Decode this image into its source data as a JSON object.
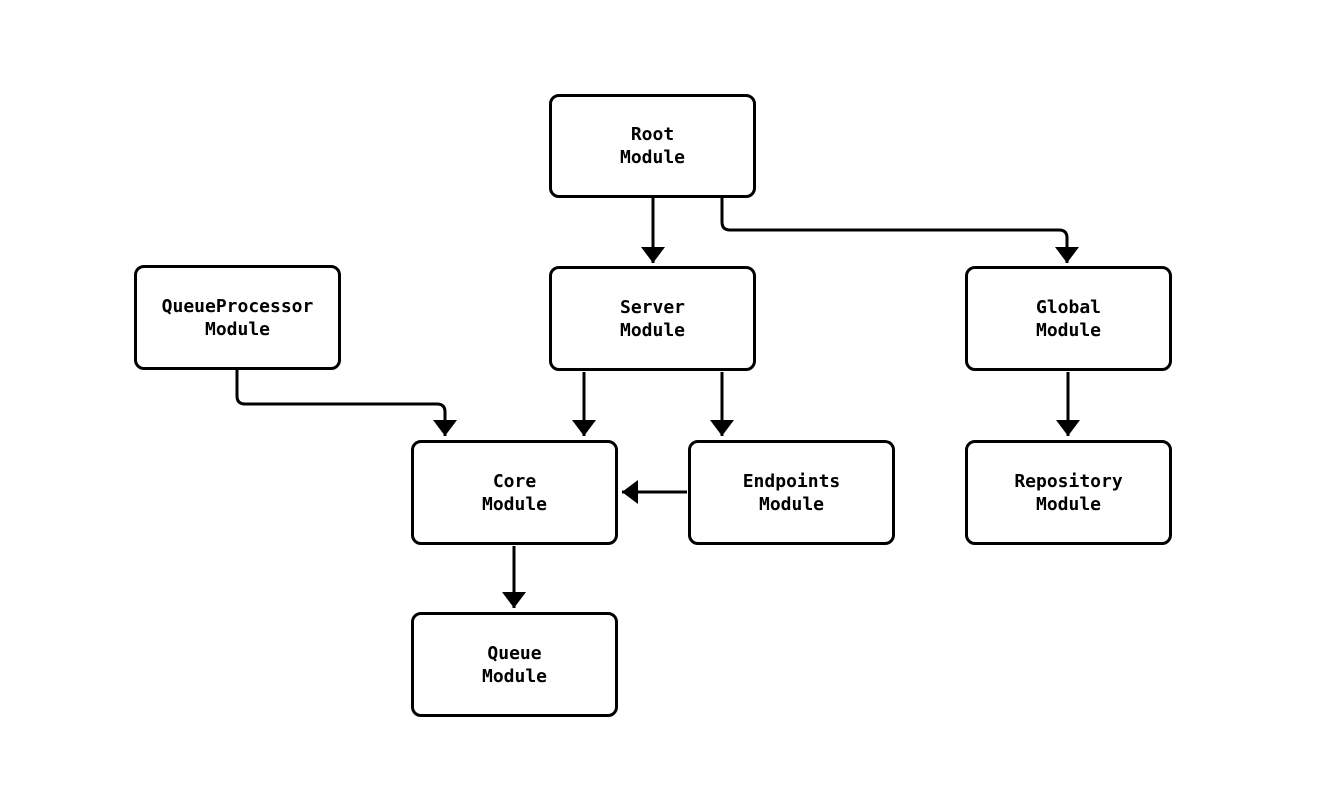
{
  "diagram": {
    "type": "flowchart",
    "description": "Module dependency graph",
    "nodes": [
      {
        "id": "root",
        "line1": "Root",
        "line2": "Module"
      },
      {
        "id": "queueprocessor",
        "line1": "QueueProcessor",
        "line2": "Module"
      },
      {
        "id": "server",
        "line1": "Server",
        "line2": "Module"
      },
      {
        "id": "global",
        "line1": "Global",
        "line2": "Module"
      },
      {
        "id": "core",
        "line1": "Core",
        "line2": "Module"
      },
      {
        "id": "endpoints",
        "line1": "Endpoints",
        "line2": "Module"
      },
      {
        "id": "repository",
        "line1": "Repository",
        "line2": "Module"
      },
      {
        "id": "queue",
        "line1": "Queue",
        "line2": "Module"
      }
    ],
    "edges": [
      {
        "from": "Root Module",
        "to": "Server Module"
      },
      {
        "from": "Root Module",
        "to": "Global Module"
      },
      {
        "from": "Server Module",
        "to": "Core Module"
      },
      {
        "from": "Server Module",
        "to": "Endpoints Module"
      },
      {
        "from": "QueueProcessor Module",
        "to": "Core Module"
      },
      {
        "from": "Endpoints Module",
        "to": "Core Module"
      },
      {
        "from": "Global Module",
        "to": "Repository Module"
      },
      {
        "from": "Core Module",
        "to": "Queue Module"
      }
    ],
    "colors": {
      "node_border": "#000000",
      "node_fill": "#ffffff",
      "edge": "#000000",
      "background": "#ffffff",
      "text": "#000000"
    }
  }
}
